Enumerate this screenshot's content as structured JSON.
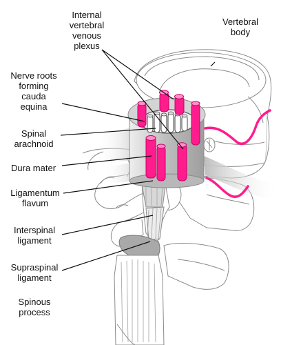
{
  "labels": {
    "internal_venous_plexus": [
      "Internal",
      "vertebral",
      "venous",
      "plexus"
    ],
    "vertebral_body": [
      "Vertebral",
      "body"
    ],
    "nerve_roots": [
      "Nerve roots",
      "forming",
      "cauda",
      "equina"
    ],
    "spinal_arachnoid": [
      "Spinal",
      "arachnoid"
    ],
    "dura_mater": [
      "Dura mater"
    ],
    "ligamentum_flavum": [
      "Ligamentum",
      "flavum"
    ],
    "interspinal_ligament": [
      "Interspinal",
      "ligament"
    ],
    "supraspinal_ligament": [
      "Supraspinal",
      "ligament"
    ],
    "spinous_process": [
      "Spinous",
      "process"
    ]
  },
  "colors": {
    "vessel": "#ff1c8d",
    "vessel_light": "#ff8fc6",
    "dura_grey": "#c8c8c8",
    "outline": "#8a8a8a",
    "leader": "#111111"
  }
}
